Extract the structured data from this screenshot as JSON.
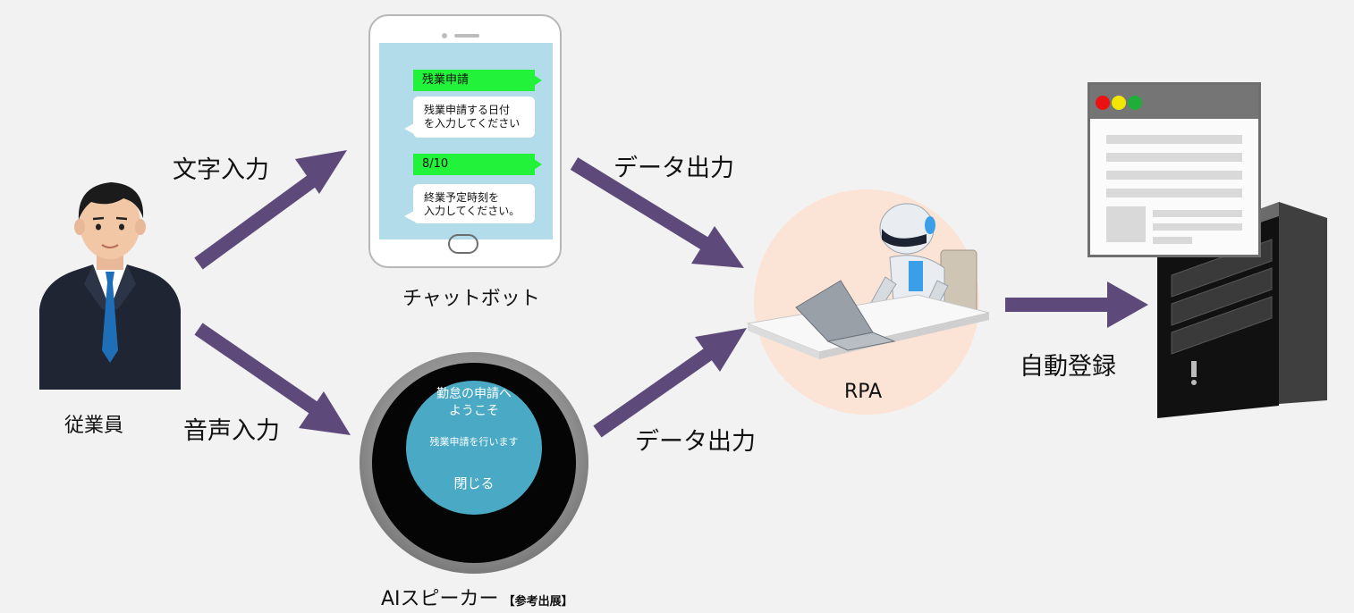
{
  "nodes": {
    "employee": "従業員",
    "chatbot": "チャットボット",
    "ai_speaker": "AIスピーカー",
    "ai_speaker_note": "【参考出展】",
    "rpa": "RPA"
  },
  "edges": {
    "text_input": "文字入力",
    "voice_input": "音声入力",
    "data_output_top": "データ出力",
    "data_output_bottom": "データ出力",
    "auto_register": "自動登録"
  },
  "chat": {
    "msg1": "残業申請",
    "msg2_line1": "残業申請する日付",
    "msg2_line2": "を入力してください",
    "msg3": "8/10",
    "msg4_line1": "終業予定時刻を",
    "msg4_line2": "入力してください。"
  },
  "speaker_screen": {
    "line1": "勤怠の申請へ",
    "line2": "ようこそ",
    "line3": "残業申請を行います",
    "close": "閉じる"
  },
  "colors": {
    "arrow": "#5d4a7a",
    "background": "#f2f2f2",
    "chat_screen": "#b2dcea",
    "chat_green": "#22f23a",
    "speaker_screen": "#4aa9c4",
    "rpa_circle": "#fbe4d5",
    "window_red": "#ee1111",
    "window_yellow": "#f2e600",
    "window_green": "#1fae3a"
  },
  "icons": {
    "person": "businessman-icon",
    "phone": "smartphone-icon",
    "speaker": "smart-speaker-icon",
    "robot": "robot-at-laptop-icon",
    "server": "server-tower-icon",
    "window": "browser-window-icon"
  }
}
